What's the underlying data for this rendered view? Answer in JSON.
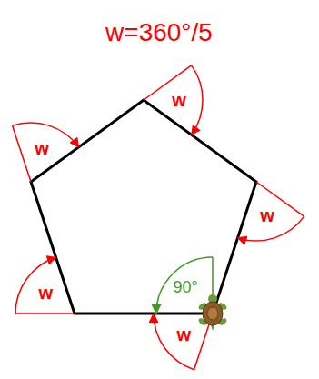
{
  "diagram": {
    "title": "w=360°/5",
    "labels": [
      "w",
      "w",
      "w",
      "w",
      "w",
      "90°"
    ]
  }
}
